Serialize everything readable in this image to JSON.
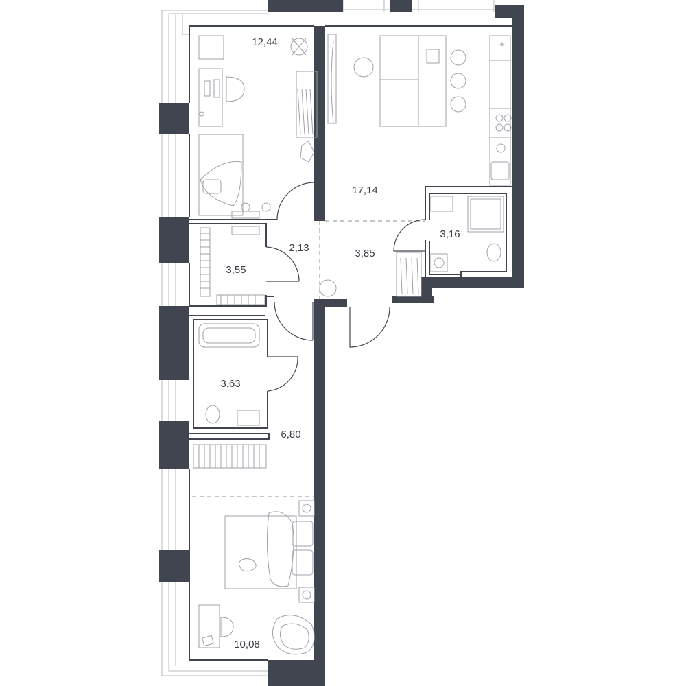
{
  "rooms": [
    {
      "id": "bedroom-north",
      "area": "12,44"
    },
    {
      "id": "living-kitchen",
      "area": "17,14"
    },
    {
      "id": "hall",
      "area": "2,13"
    },
    {
      "id": "entrance",
      "area": "3,85"
    },
    {
      "id": "bathroom-east",
      "area": "3,16"
    },
    {
      "id": "wardrobe",
      "area": "3,55"
    },
    {
      "id": "bathroom-west",
      "area": "3,63"
    },
    {
      "id": "corridor",
      "area": "6,80"
    },
    {
      "id": "bedroom-south",
      "area": "10,08"
    }
  ],
  "colors": {
    "wall": "#414550",
    "furniture": "#9ea1a8",
    "text": "#3a3d45"
  }
}
